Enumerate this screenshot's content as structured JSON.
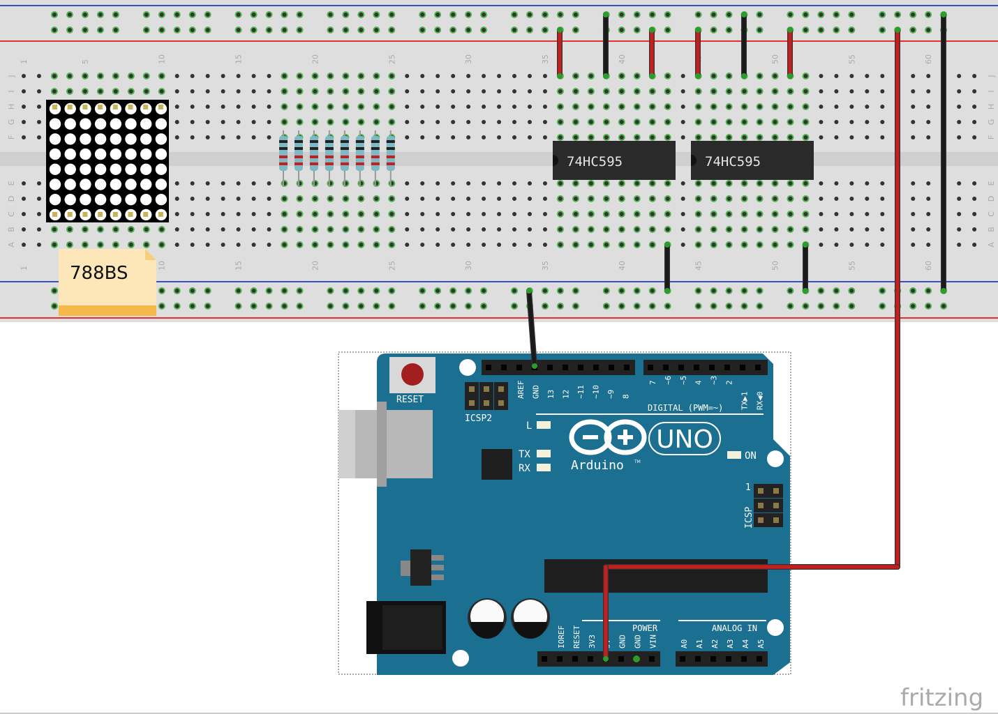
{
  "app": {
    "name": "fritzing"
  },
  "breadboard": {
    "columns": 63,
    "row_letters_top": [
      "J",
      "I",
      "H",
      "G",
      "F"
    ],
    "row_letters_bottom": [
      "E",
      "D",
      "C",
      "B",
      "A"
    ],
    "column_numbers": [
      "1",
      "5",
      "10",
      "15",
      "20",
      "25",
      "30",
      "35",
      "40",
      "45",
      "50",
      "55",
      "60"
    ],
    "colors": {
      "body": "#dcdcdc",
      "rail_line_red": "#e0332e",
      "rail_line_blue": "#3a4fc4",
      "hole": "#333333",
      "hole_connected": "#4fb54f"
    }
  },
  "components": {
    "led_matrix": {
      "label": "788BS"
    },
    "shift_registers": [
      {
        "label": "74HC595"
      },
      {
        "label": "74HC595"
      }
    ],
    "resistors": {
      "count": 8
    }
  },
  "arduino": {
    "name": "UNO",
    "brand": "Arduino",
    "trademark": "TM",
    "reset_label": "RESET",
    "icsp2_label": "ICSP2",
    "icsp_label": "ICSP",
    "icsp_pin1": "1",
    "led_labels": {
      "l": "L",
      "tx": "TX",
      "rx": "RX",
      "on": "ON"
    },
    "digital_label": "DIGITAL (PWM=~)",
    "digital_pins_left": [
      "AREF",
      "GND",
      "13",
      "12",
      "~11",
      "~10",
      "~9",
      "8"
    ],
    "digital_pins_right": [
      "7",
      "~6",
      "~5",
      "4",
      "~3",
      "2",
      "TX▶1",
      "RX◀0"
    ],
    "power_label": "POWER",
    "power_pins": [
      "IOREF",
      "RESET",
      "3V3",
      "5V",
      "GND",
      "GND",
      "VIN"
    ],
    "analog_label": "ANALOG IN",
    "analog_pins": [
      "A0",
      "A1",
      "A2",
      "A3",
      "A4",
      "A5"
    ],
    "colors": {
      "board": "#1b6f91",
      "header": "#222222"
    }
  },
  "wires": {
    "red": "#c41e1e",
    "black": "#1a1a1a"
  }
}
